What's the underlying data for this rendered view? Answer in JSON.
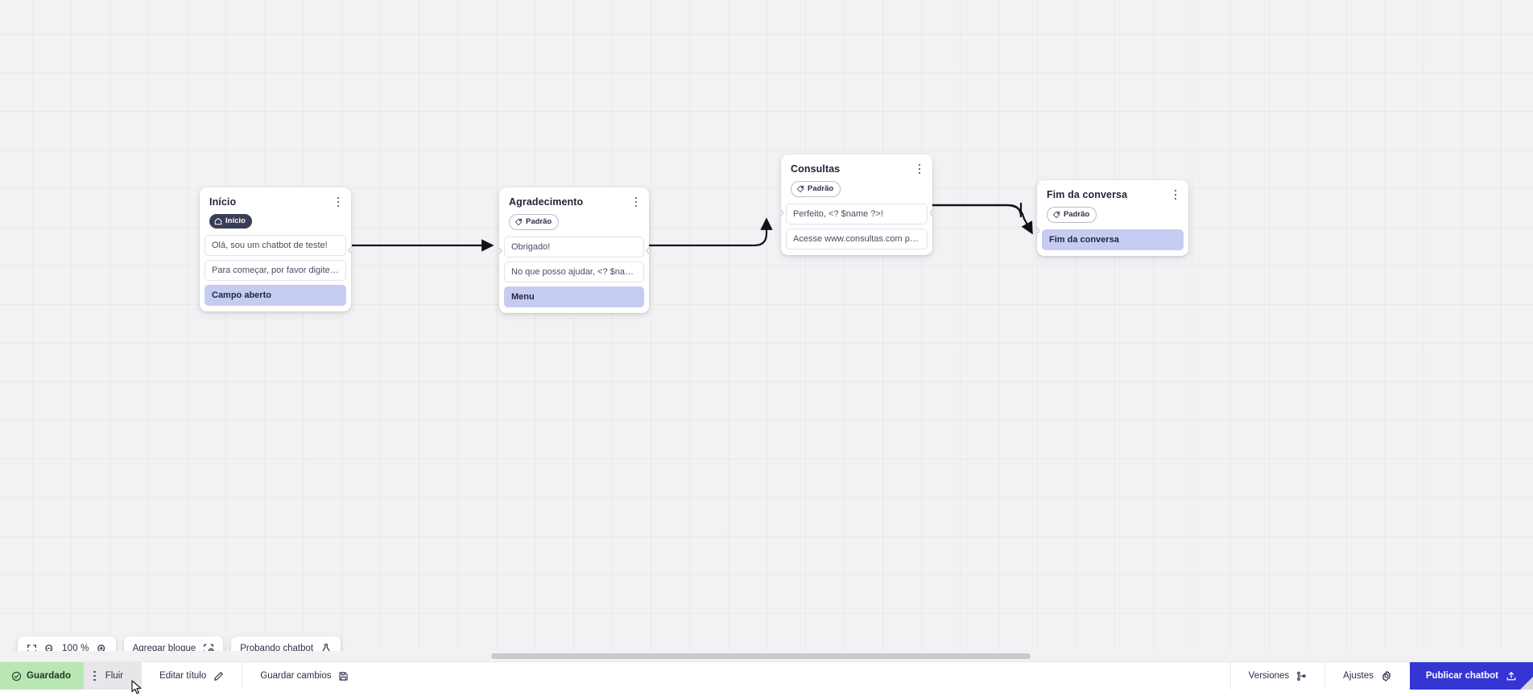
{
  "canvas": {
    "zoom_label": "100 %",
    "nodes": [
      {
        "id": "inicio",
        "title": "Início",
        "badge": {
          "label": "Início",
          "icon": "home-icon",
          "style": "start"
        },
        "rows": [
          {
            "text": "Olá, sou um chatbot de teste!",
            "accent": false
          },
          {
            "text": "Para começar, por favor digite o ...",
            "accent": false
          },
          {
            "text": "Campo aberto",
            "accent": true
          }
        ]
      },
      {
        "id": "agradecimento",
        "title": "Agradecimento",
        "badge": {
          "label": "Padrão",
          "icon": "tag-icon",
          "style": "default"
        },
        "rows": [
          {
            "text": "Obrigado!",
            "accent": false
          },
          {
            "text": "No que posso ajudar, <? $name ...",
            "accent": false
          },
          {
            "text": "Menu",
            "accent": true
          }
        ]
      },
      {
        "id": "consultas",
        "title": "Consultas",
        "badge": {
          "label": "Padrão",
          "icon": "tag-icon",
          "style": "default"
        },
        "rows": [
          {
            "text": "Perfeito, <? $name ?>!",
            "accent": false
          },
          {
            "text": "Acesse www.consultas.com par...",
            "accent": false
          }
        ]
      },
      {
        "id": "fim",
        "title": "Fim da conversa",
        "badge": {
          "label": "Padrão",
          "icon": "tag-icon",
          "style": "default"
        },
        "rows": [
          {
            "text": "Fim da conversa",
            "accent": true
          }
        ]
      }
    ]
  },
  "toolbar": {
    "fit_icon": "fit-screen-icon",
    "zoom_out_icon": "zoom-out-icon",
    "zoom_in_icon": "zoom-in-icon",
    "zoom_label": "100 %",
    "add_block_label": "Agregar bloque",
    "add_block_icon": "add-block-icon",
    "test_chatbot_label": "Probando chatbot",
    "test_chatbot_icon": "flask-icon"
  },
  "statusbar": {
    "saved_label": "Guardado",
    "saved_icon": "check-circle-icon",
    "flow_label": "Fluir",
    "flow_menu_icon": "kebab-icon",
    "edit_title_label": "Editar título",
    "edit_title_icon": "pencil-icon",
    "save_changes_label": "Guardar cambios",
    "save_changes_icon": "save-icon",
    "versions_label": "Versiones",
    "versions_icon": "git-branch-icon",
    "settings_label": "Ajustes",
    "settings_icon": "gear-icon",
    "publish_label": "Publicar chatbot",
    "publish_icon": "upload-icon"
  },
  "colors": {
    "accent_row": "#c6ccf1",
    "publish_button": "#3535d4",
    "saved_badge": "#b9e7b4",
    "node_dark_badge": "#3a3d57",
    "canvas_bg": "#f2f2f4"
  }
}
